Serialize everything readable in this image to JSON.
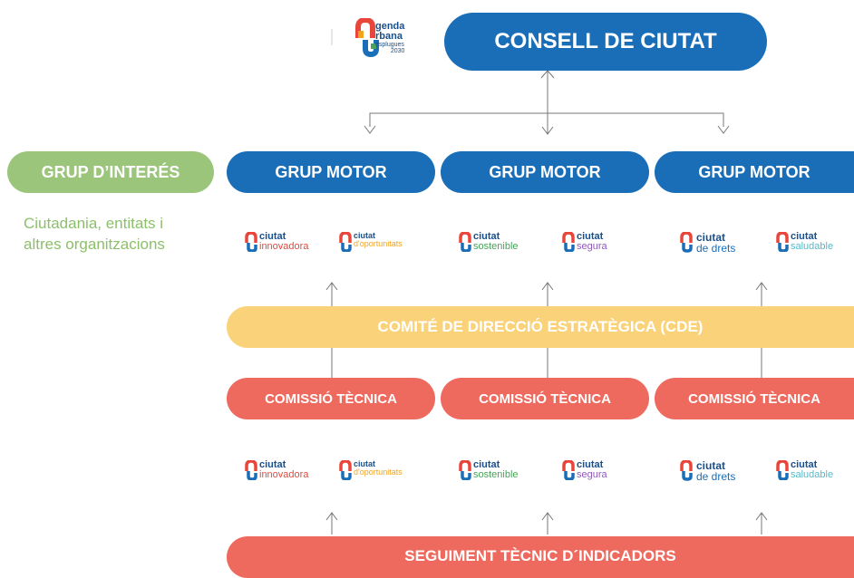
{
  "logo": {
    "line1": "genda",
    "line2": "rbana",
    "line3": "esplugues",
    "line4": "2030"
  },
  "council": {
    "label": "CONSELL DE CIUTAT"
  },
  "interest_group": {
    "label": "GRUP D’INTERÉS",
    "description_line1": "Ciutadania, entitats i",
    "description_line2": "altres organitzacions"
  },
  "motor_groups": [
    {
      "label": "GRUP MOTOR"
    },
    {
      "label": "GRUP MOTOR"
    },
    {
      "label": "GRUP MOTOR"
    }
  ],
  "brands_top": [
    {
      "word": "ciutat",
      "name": "innovadora",
      "color": "#e8463a"
    },
    {
      "word": "ciutat",
      "name": "d'oportunitats",
      "color": "#f2a31b"
    },
    {
      "word": "ciutat",
      "name": "sostenible",
      "color": "#4aa35a"
    },
    {
      "word": "ciutat",
      "name": "segura",
      "color": "#8e5bb5"
    },
    {
      "word": "ciutat",
      "name": "de drets",
      "color": "#1a6eb8"
    },
    {
      "word": "ciutat",
      "name": "saludable",
      "color": "#55b9c9"
    }
  ],
  "brands_bottom": [
    {
      "word": "ciutat",
      "name": "innovadora",
      "color": "#e8463a"
    },
    {
      "word": "ciutat",
      "name": "d'oportunitats",
      "color": "#f2a31b"
    },
    {
      "word": "ciutat",
      "name": "sostenible",
      "color": "#4aa35a"
    },
    {
      "word": "ciutat",
      "name": "segura",
      "color": "#8e5bb5"
    },
    {
      "word": "ciutat",
      "name": "de drets",
      "color": "#1a6eb8"
    },
    {
      "word": "ciutat",
      "name": "saludable",
      "color": "#55b9c9"
    }
  ],
  "cde": {
    "label": "COMITÉ DE DIRECCIÓ ESTRATÈGICA (CDE)"
  },
  "technical_commissions": [
    {
      "label": "COMISSIÓ TÈCNICA"
    },
    {
      "label": "COMISSIÓ TÈCNICA"
    },
    {
      "label": "COMISSIÓ TÈCNICA"
    }
  ],
  "monitoring": {
    "label": "SEGUIMENT TÈCNIC D´INDICADORS"
  },
  "colors": {
    "blue": "#1a6eb8",
    "green": "#9bc57a",
    "yellow": "#fad27a",
    "red": "#ee6a5e"
  }
}
